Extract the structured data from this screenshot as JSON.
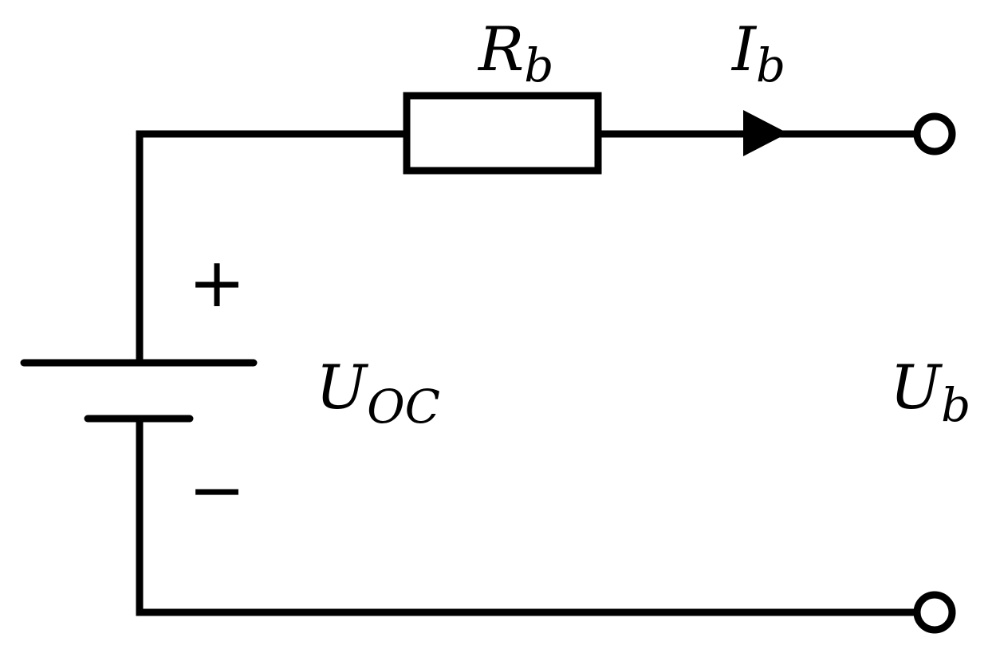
{
  "labels": {
    "resistor": {
      "main": "R",
      "sub": "b"
    },
    "current": {
      "main": "I",
      "sub": "b"
    },
    "source_voltage": {
      "main": "U",
      "sub": "OC"
    },
    "output_voltage": {
      "main": "U",
      "sub": "b"
    },
    "plus_sign": "+",
    "minus_sign": "−"
  },
  "colors": {
    "stroke": "#000000",
    "background": "#ffffff"
  }
}
